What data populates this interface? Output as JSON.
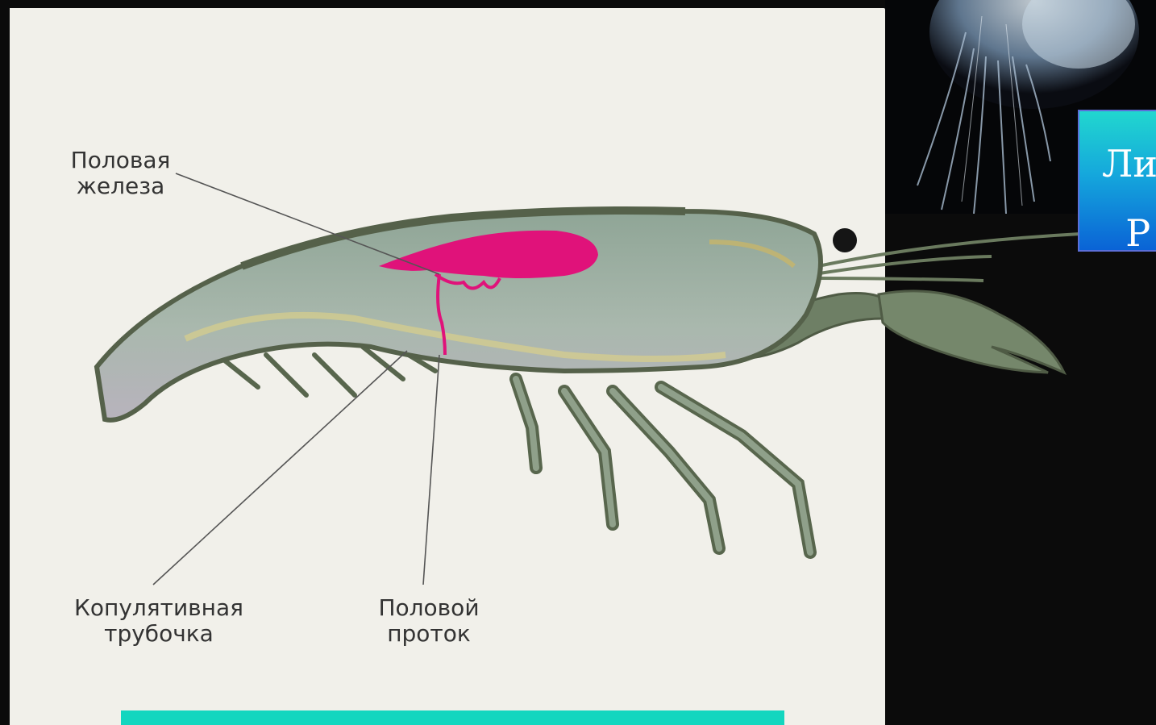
{
  "title_banner": {
    "text": "Ли\n  Р"
  },
  "labels": {
    "gonad": "Половая\nжелеза",
    "copulatory_tube": "Копулятивная\nтрубочка",
    "genital_duct": "Половой\nпроток"
  },
  "colors": {
    "page_background": "#0b0b0b",
    "diagram_background": "#f1f0ea",
    "body_fill": "#a6b7aa",
    "shell_outline": "#59654e",
    "gonad": "#e0127a",
    "fat_band": "#d8cf8a",
    "banner_top": "#21d7cf",
    "banner_bottom": "#0a63d6",
    "bottom_bar": "#13d6bf"
  }
}
